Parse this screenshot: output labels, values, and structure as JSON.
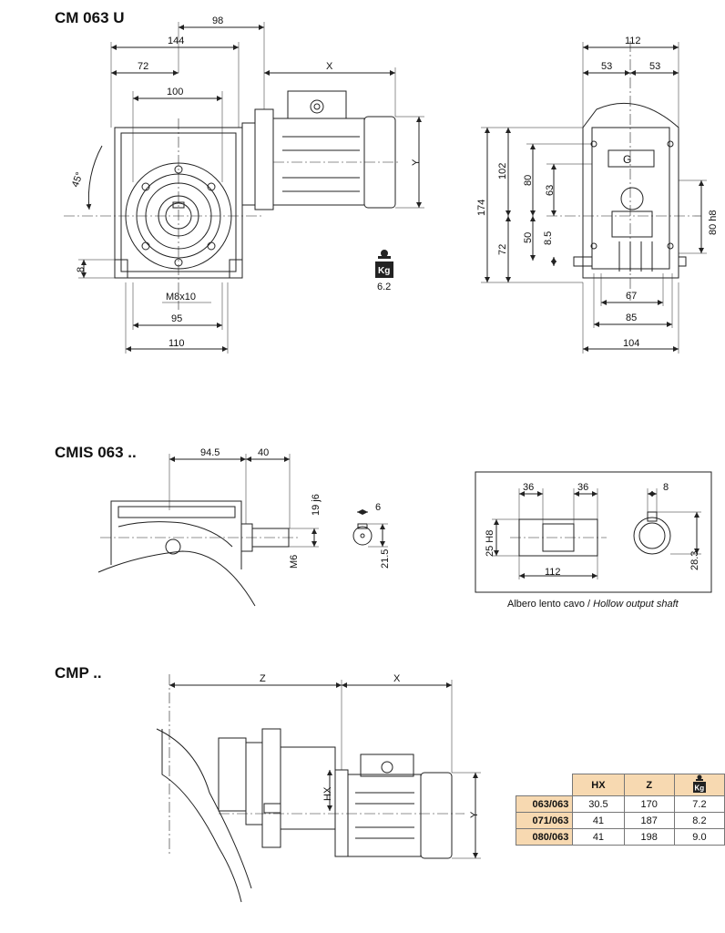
{
  "sections": {
    "cm": {
      "title": "CM 063 U",
      "dims": {
        "d98": "98",
        "d144": "144",
        "d72": "72",
        "d100": "100",
        "dX": "X",
        "dY": "Y",
        "angle": "45°",
        "d8": "8",
        "m8x10": "M8x10",
        "d95": "95",
        "d110": "110",
        "weight": "6.2",
        "d112": "112",
        "d53a": "53",
        "d53b": "53",
        "d174": "174",
        "d102": "102",
        "d80": "80",
        "d63": "63",
        "d72s": "72",
        "d50": "50",
        "d8_5": "8.5",
        "d80h8": "80 h8",
        "d67": "67",
        "d85": "85",
        "d104": "104"
      }
    },
    "cmis": {
      "title": "CMIS 063 ..",
      "dims": {
        "d94_5": "94.5",
        "d40": "40",
        "d19j6": "19 j6",
        "m6": "M6",
        "d6": "6",
        "d21_5": "21.5"
      },
      "inset": {
        "d36a": "36",
        "d36b": "36",
        "d8": "8",
        "d25h8": "25  H8",
        "d112": "112",
        "d28_3": "28.3",
        "caption_it": "Albero lento cavo / ",
        "caption_en": "Hollow output shaft"
      }
    },
    "cmp": {
      "title": "CMP ..",
      "dims": {
        "dZ": "Z",
        "dX": "X",
        "dHX": "HX",
        "dY": "Y"
      },
      "table": {
        "headers": [
          "HX",
          "Z"
        ],
        "weight_icon": "kg-weight-icon",
        "rows": [
          {
            "model": "063/063",
            "hx": "30.5",
            "z": "170",
            "kg": "7.2"
          },
          {
            "model": "071/063",
            "hx": "41",
            "z": "187",
            "kg": "8.2"
          },
          {
            "model": "080/063",
            "hx": "41",
            "z": "198",
            "kg": "9.0"
          }
        ]
      }
    }
  },
  "colors": {
    "header_fill": "#f7d9b1",
    "line": "#222222"
  }
}
